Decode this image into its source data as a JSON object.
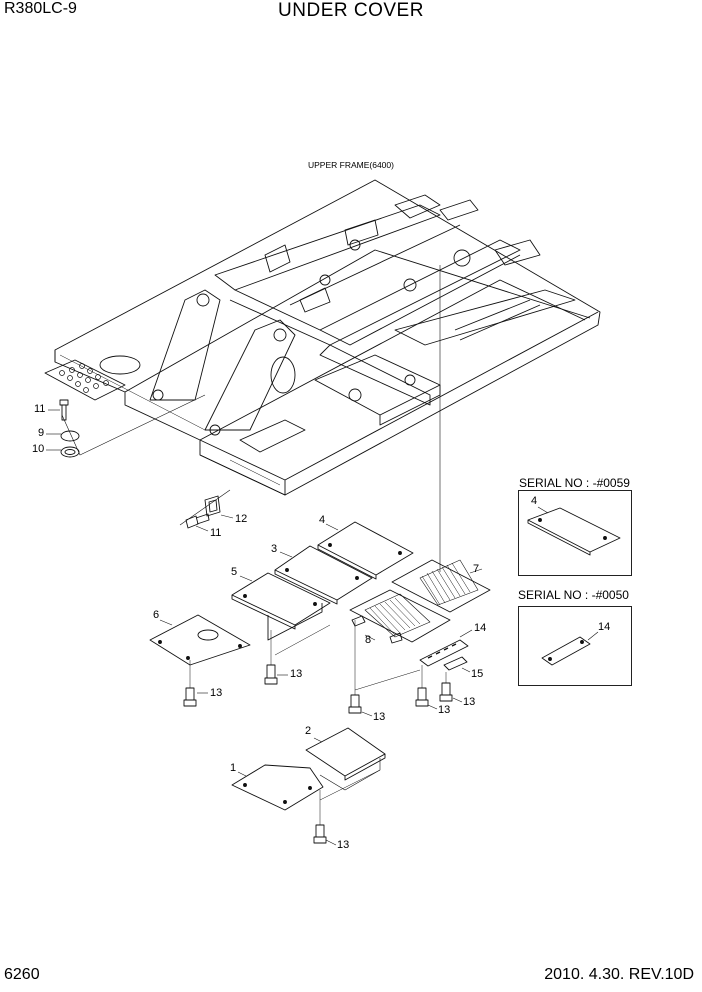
{
  "header": {
    "model": "R380LC-9",
    "title": "UNDER COVER"
  },
  "footer": {
    "page_number": "6260",
    "revision": "2010. 4.30. REV.10D"
  },
  "drawing": {
    "frame_label": "UPPER FRAME(6400)",
    "serial_box_1": {
      "label": "SERIAL NO : -#0059",
      "part": "4"
    },
    "serial_box_2": {
      "label": "SERIAL NO : -#0050",
      "part": "14"
    },
    "callouts": {
      "c11a": "11",
      "c9": "9",
      "c10": "10",
      "c12": "12",
      "c11b": "11",
      "c4": "4",
      "c3": "3",
      "c5": "5",
      "c7": "7",
      "c6": "6",
      "c8": "8",
      "c14": "14",
      "c15": "15",
      "c13a": "13",
      "c13b": "13",
      "c13c": "13",
      "c13d": "13",
      "c13e": "13",
      "c13f": "13",
      "c2": "2",
      "c1": "1"
    }
  }
}
